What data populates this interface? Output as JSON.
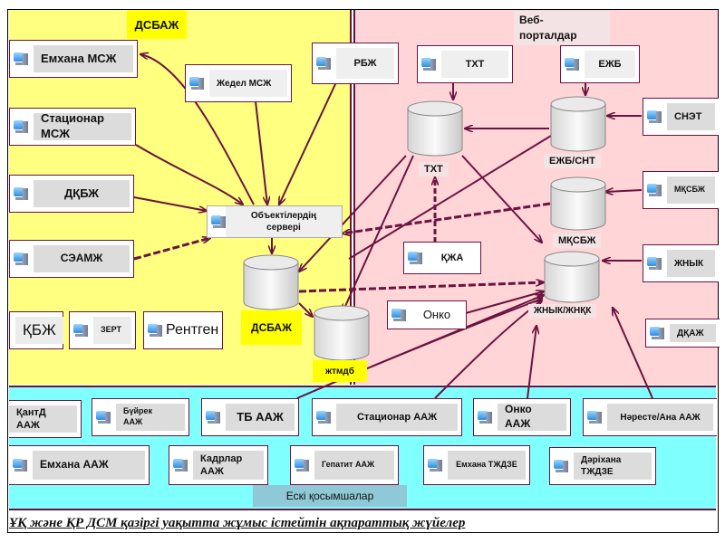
{
  "zones": {
    "left_title": "ДСБАЖ",
    "right_title": "Веб-\nпорталдар",
    "bottom_title": "Ескі қосымшалар"
  },
  "colors": {
    "left_zone": "#ffff80",
    "right_zone": "#ffd5d8",
    "bottom_zone": "#80ffff",
    "link": "#6b1340"
  },
  "systems_left": [
    {
      "id": "emkhana-msj",
      "label": "Емхана МСЖ"
    },
    {
      "id": "stacionar-msj",
      "label": "Стационар МСЖ"
    },
    {
      "id": "dkbj",
      "label": "ДҚБЖ"
    },
    {
      "id": "seamj",
      "label": "СЭАМЖ"
    },
    {
      "id": "kbj",
      "label": "ҚБЖ"
    },
    {
      "id": "zert",
      "label": "ЗЕРТ"
    },
    {
      "id": "rentgen",
      "label": "Рентген"
    },
    {
      "id": "jedel-msj",
      "label": "Жедел МСЖ"
    },
    {
      "id": "rbj",
      "label": "РБЖ"
    },
    {
      "id": "object-server",
      "label": "Объектілердің\nсервері"
    }
  ],
  "systems_right": [
    {
      "id": "txt-src",
      "label": "ТХТ"
    },
    {
      "id": "ejb-src",
      "label": "ЕЖБ"
    },
    {
      "id": "snet",
      "label": "СНЭТ"
    },
    {
      "id": "mksbj",
      "label": "МҚСБЖ"
    },
    {
      "id": "jnyk",
      "label": "ЖНЫК"
    },
    {
      "id": "kja",
      "label": "ҚЖА"
    },
    {
      "id": "onko",
      "label": "Онко"
    },
    {
      "id": "dkaj",
      "label": "ДҚАЖ"
    }
  ],
  "databases": [
    {
      "id": "db-txt",
      "label": "ТХТ"
    },
    {
      "id": "db-ejb-snt",
      "label": "ЕЖБ/СНТ"
    },
    {
      "id": "db-mksbj",
      "label": "МҚСБЖ"
    },
    {
      "id": "db-jnyk",
      "label": "ЖНЫК/ЖНҚК"
    },
    {
      "id": "db-dsbaj",
      "label": "ДСБАЖ"
    },
    {
      "id": "db-jtmdb",
      "label": "жтмдб"
    }
  ],
  "systems_bottom": [
    {
      "id": "kantd",
      "label": "ҚантД\nААЖ"
    },
    {
      "id": "buirek",
      "label": "Бүйрек\nААЖ"
    },
    {
      "id": "tb",
      "label": "ТБ ААЖ"
    },
    {
      "id": "stacionar-aaj",
      "label": "Стационар ААЖ"
    },
    {
      "id": "onko-aaj",
      "label": "Онко ААЖ"
    },
    {
      "id": "nareste",
      "label": "Нəресте/Ана ААЖ"
    },
    {
      "id": "emkhana-aaj",
      "label": "Емхана ААЖ"
    },
    {
      "id": "kadrlar",
      "label": "Кадрлар\nААЖ"
    },
    {
      "id": "gepatit",
      "label": "Гепатит ААЖ"
    },
    {
      "id": "emkhana-tjdze",
      "label": "Емхана ТЖДЗЕ"
    },
    {
      "id": "darikhana",
      "label": "Дəріхана\nТЖДЗЕ"
    }
  ],
  "footer": "ҰҚ және ҚР ДСМ қазіргі уақытта жұмыс істейтін ақпараттық жүйелер"
}
